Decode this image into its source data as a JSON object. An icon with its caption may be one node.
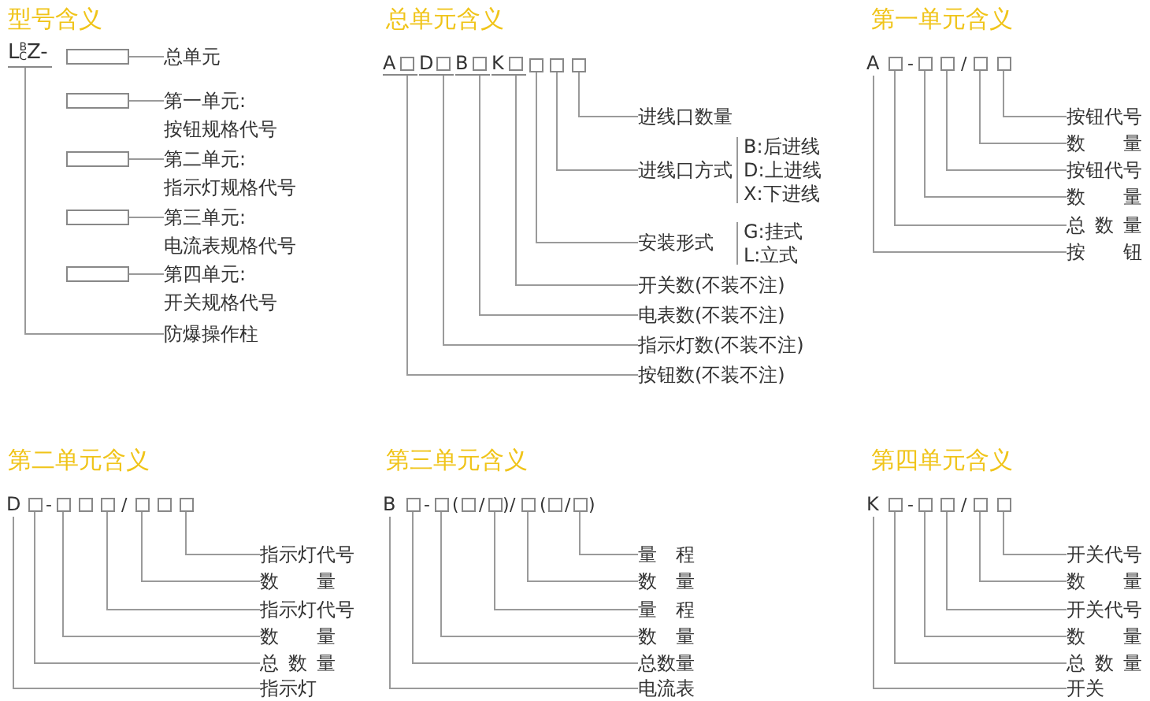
{
  "diagram": {
    "nodes": [
      {
        "text": [
          "L$^{B}$$_{C}$Z-"
        ]
      },
      {
        "text": [],
        "shape": "box"
      },
      {
        "text": [],
        "shape": "box"
      },
      {
        "text": [],
        "shape": "box"
      },
      {
        "text": [],
        "shape": "box"
      },
      {
        "text": [],
        "shape": "box"
      },
      {
        "text": [
          "总单元"
        ]
      },
      {
        "text": [
          "第一单元:",
          "按钮规格代号"
        ]
      },
      {
        "text": [
          "第二单元:",
          "指示灯规格代号"
        ]
      },
      {
        "text": [
          "第三单元:",
          "电流表规格代号"
        ]
      },
      {
        "text": [
          "第四单元:",
          "开关规格代号"
        ]
      },
      {
        "text": [
          "防爆操作柱"
        ]
      },
      {
        "text": [
          "A"
        ]
      },
      {
        "text": [
          "D"
        ]
      },
      {
        "text": [
          "B"
        ]
      },
      {
        "text": [
          "K"
        ]
      },
      {
        "text": [],
        "shape": "box"
      },
      {
        "text": [],
        "shape": "box"
      },
      {
        "text": [],
        "shape": "box"
      },
      {
        "text": [
          "进线口数量"
        ]
      },
      {
        "text": [
          "进线口方式"
        ],
        "beside": [
          "B:后进线",
          "D:上进线",
          "X:下进线"
        ]
      },
      {
        "text": [
          "安装形式"
        ],
        "beside": [
          "G:挂式",
          "L:立式"
        ]
      },
      {
        "text": [
          "开关数(不装不注)"
        ]
      },
      {
        "text": [
          "电表数(不装不注)"
        ]
      },
      {
        "text": [
          "指示灯数(不装不注)"
        ]
      },
      {
        "text": [
          "按钮数(不装不注)"
        ]
      },
      {
        "text": [
          "A"
        ]
      },
      {
        "text": [],
        "shape": "box"
      },
      {
        "text": [],
        "shape": "box"
      },
      {
        "text": [],
        "shape": "box"
      },
      {
        "text": [],
        "shape": "box"
      },
      {
        "text": [],
        "shape": "box"
      },
      {
        "text": [
          "按钮代号"
        ]
      },
      {
        "text": [
          "数量"
        ]
      },
      {
        "text": [
          "按钮代号"
        ]
      },
      {
        "text": [
          "数量"
        ]
      },
      {
        "text": [
          "总数量"
        ]
      },
      {
        "text": [
          "按钮"
        ]
      },
      {
        "text": [
          "D"
        ]
      },
      {
        "text": [],
        "shape": "box"
      },
      {
        "text": [],
        "shape": "box"
      },
      {
        "text": [],
        "shape": "box"
      },
      {
        "text": [],
        "shape": "box"
      },
      {
        "text": [],
        "shape": "box"
      },
      {
        "text": [],
        "shape": "box"
      },
      {
        "text": [],
        "shape": "box"
      },
      {
        "text": [
          "指示灯代号"
        ]
      },
      {
        "text": [
          "数量"
        ]
      },
      {
        "text": [
          "指示灯代号"
        ]
      },
      {
        "text": [
          "数量"
        ]
      },
      {
        "text": [
          "总数量"
        ]
      },
      {
        "text": [
          "指示灯"
        ]
      },
      {
        "text": [
          "B"
        ]
      },
      {
        "text": [],
        "shape": "box"
      },
      {
        "text": [],
        "shape": "box"
      },
      {
        "text": [],
        "shape": "box"
      },
      {
        "text": [],
        "shape": "box"
      },
      {
        "text": [],
        "shape": "box"
      },
      {
        "text": [],
        "shape": "box"
      },
      {
        "text": [],
        "shape": "box"
      },
      {
        "text": [
          "量程"
        ]
      },
      {
        "text": [
          "数量"
        ]
      },
      {
        "text": [
          "量程"
        ]
      },
      {
        "text": [
          "数量"
        ]
      },
      {
        "text": [
          "总数量"
        ]
      },
      {
        "text": [
          "电流表"
        ]
      },
      {
        "text": [
          "K"
        ]
      },
      {
        "text": [],
        "shape": "box"
      },
      {
        "text": [],
        "shape": "box"
      },
      {
        "text": [],
        "shape": "box"
      },
      {
        "text": [],
        "shape": "box"
      },
      {
        "text": [],
        "shape": "box"
      },
      {
        "text": [
          "开关代号"
        ]
      },
      {
        "text": [
          "数量"
        ]
      },
      {
        "text": [
          "开关代号"
        ]
      },
      {
        "text": [
          "数量"
        ]
      },
      {
        "text": [
          "总数量"
        ]
      },
      {
        "text": [
          "开关"
        ]
      }
    ],
    "edges": [
      {
        "from": 1,
        "to": 6,
        "arrow": "none"
      },
      {
        "from": 2,
        "to": 7,
        "arrow": "none"
      },
      {
        "from": 3,
        "to": 8,
        "arrow": "none"
      },
      {
        "from": 4,
        "to": 9,
        "arrow": "none"
      },
      {
        "from": 5,
        "to": 10,
        "arrow": "none"
      },
      {
        "from": 0,
        "to": 11,
        "arrow": "none"
      },
      {
        "from": 18,
        "to": 19,
        "arrow": "none"
      },
      {
        "from": 17,
        "to": 20,
        "arrow": "none"
      },
      {
        "from": 16,
        "to": 21,
        "arrow": "none"
      },
      {
        "from": 15,
        "to": 22,
        "arrow": "none"
      },
      {
        "from": 14,
        "to": 23,
        "arrow": "none"
      },
      {
        "from": 13,
        "to": 24,
        "arrow": "none"
      },
      {
        "from": 12,
        "to": 25,
        "arrow": "none"
      },
      {
        "from": 31,
        "to": 32,
        "arrow": "none"
      },
      {
        "from": 30,
        "to": 33,
        "arrow": "none"
      },
      {
        "from": 29,
        "to": 34,
        "arrow": "none"
      },
      {
        "from": 28,
        "to": 35,
        "arrow": "none"
      },
      {
        "from": 27,
        "to": 36,
        "arrow": "none"
      },
      {
        "from": 26,
        "to": 37,
        "arrow": "none"
      },
      {
        "from": 45,
        "to": 46,
        "arrow": "none"
      },
      {
        "from": 43,
        "to": 47,
        "arrow": "none"
      },
      {
        "from": 42,
        "to": 48,
        "arrow": "none"
      },
      {
        "from": 40,
        "to": 49,
        "arrow": "none"
      },
      {
        "from": 39,
        "to": 50,
        "arrow": "none"
      },
      {
        "from": 38,
        "to": 51,
        "arrow": "none"
      },
      {
        "from": 59,
        "to": 60,
        "arrow": "none"
      },
      {
        "from": 57,
        "to": 61,
        "arrow": "none"
      },
      {
        "from": 56,
        "to": 62,
        "arrow": "none"
      },
      {
        "from": 54,
        "to": 63,
        "arrow": "none"
      },
      {
        "from": 53,
        "to": 64,
        "arrow": "none"
      },
      {
        "from": 52,
        "to": 65,
        "arrow": "none"
      },
      {
        "from": 71,
        "to": 72,
        "arrow": "none"
      },
      {
        "from": 70,
        "to": 73,
        "arrow": "none"
      },
      {
        "from": 69,
        "to": 74,
        "arrow": "none"
      },
      {
        "from": 68,
        "to": 75,
        "arrow": "none"
      },
      {
        "from": 67,
        "to": 76,
        "arrow": "none"
      },
      {
        "from": 66,
        "to": 77,
        "arrow": "none"
      }
    ],
    "labels": [
      "型号含义",
      "总单元含义",
      "第一单元含义",
      "-",
      "/",
      "第二单元含义",
      "-",
      "/",
      "第三单元含义",
      "-",
      "(",
      "/",
      ")",
      "/",
      "(",
      "/",
      ")",
      "第四单元含义",
      "-",
      "/"
    ]
  }
}
